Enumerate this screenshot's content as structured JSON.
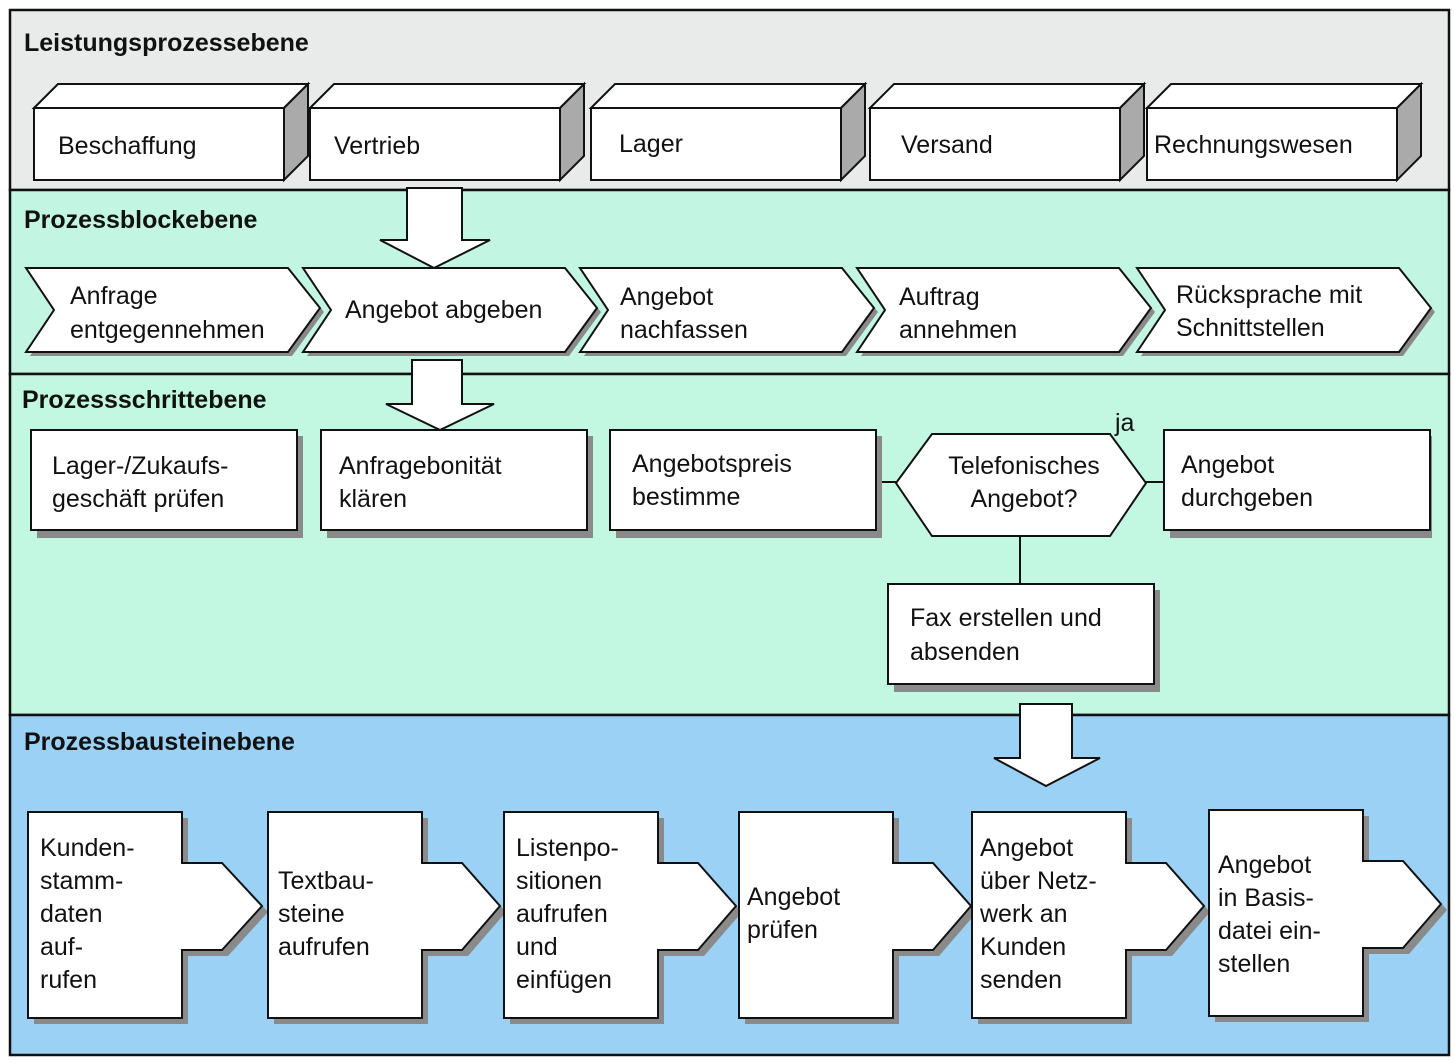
{
  "colors": {
    "level1_bg": "#e9ebea",
    "level2_bg": "#c2f6e2",
    "level3_bg": "#c2f8e2",
    "level4_bg": "#9ad1f5",
    "box": "#ffffff",
    "stroke": "#111111",
    "shadow": "#9a9a9a"
  },
  "levels": [
    {
      "title": "Leistungsprozessebene"
    },
    {
      "title": "Prozessblockebene"
    },
    {
      "title": "Prozessschrittebene"
    },
    {
      "title": "Prozessbausteinebene"
    }
  ],
  "performance_processes": [
    "Beschaffung",
    "Vertrieb",
    "Lager",
    "Versand",
    "Rechnungswesen"
  ],
  "process_blocks": [
    {
      "lines": [
        "Anfrage",
        "entgegennehmen"
      ]
    },
    {
      "lines": [
        "Angebot abgeben"
      ]
    },
    {
      "lines": [
        "Angebot",
        "nachfassen"
      ]
    },
    {
      "lines": [
        "Auftrag",
        "annehmen"
      ]
    },
    {
      "lines": [
        "Rücksprache mit",
        "Schnittstellen"
      ]
    }
  ],
  "process_steps": {
    "step1": [
      "Lager-/Zukaufs-",
      "geschäft prüfen"
    ],
    "step2": [
      "Anfragebonität",
      "klären"
    ],
    "step3": [
      "Angebotspreis",
      "bestimme"
    ],
    "decision": [
      "Telefonisches",
      "Angebot?"
    ],
    "yes_label": "ja",
    "yes_step": [
      "Angebot",
      "durchgeben"
    ],
    "no_step": [
      "Fax erstellen und",
      "absenden"
    ]
  },
  "process_modules": [
    {
      "lines": [
        "Kunden-",
        "stamm-",
        "daten",
        "auf-",
        "rufen"
      ]
    },
    {
      "lines": [
        "Textbau-",
        "steine",
        "aufrufen"
      ]
    },
    {
      "lines": [
        "Listenpo-",
        "sitionen",
        "aufrufen",
        "und",
        "einfügen"
      ]
    },
    {
      "lines": [
        "Angebot",
        "prüfen"
      ]
    },
    {
      "lines": [
        "Angebot",
        "über Netz-",
        "werk an",
        "Kunden",
        "senden"
      ]
    },
    {
      "lines": [
        "Angebot",
        "in Basis-",
        "datei ein-",
        "stellen"
      ]
    }
  ],
  "icons": {
    "level_down_arrow": "down-arrow",
    "module_flow_arrow": "right-arrow"
  }
}
